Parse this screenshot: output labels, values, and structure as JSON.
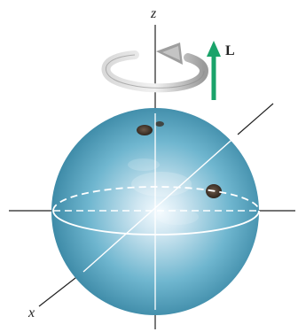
{
  "labels": {
    "z_axis": "z",
    "x_axis": "x",
    "angular_momentum": "L"
  },
  "colors": {
    "sphere_light": "#cfe6f1",
    "sphere_mid": "#6fb6cf",
    "sphere_dark": "#2b6f8c",
    "axis": "#222222",
    "equator": "#ffffff",
    "arrow_L": "#1aa36a",
    "rotation_arrow": "#9e9e9e"
  }
}
